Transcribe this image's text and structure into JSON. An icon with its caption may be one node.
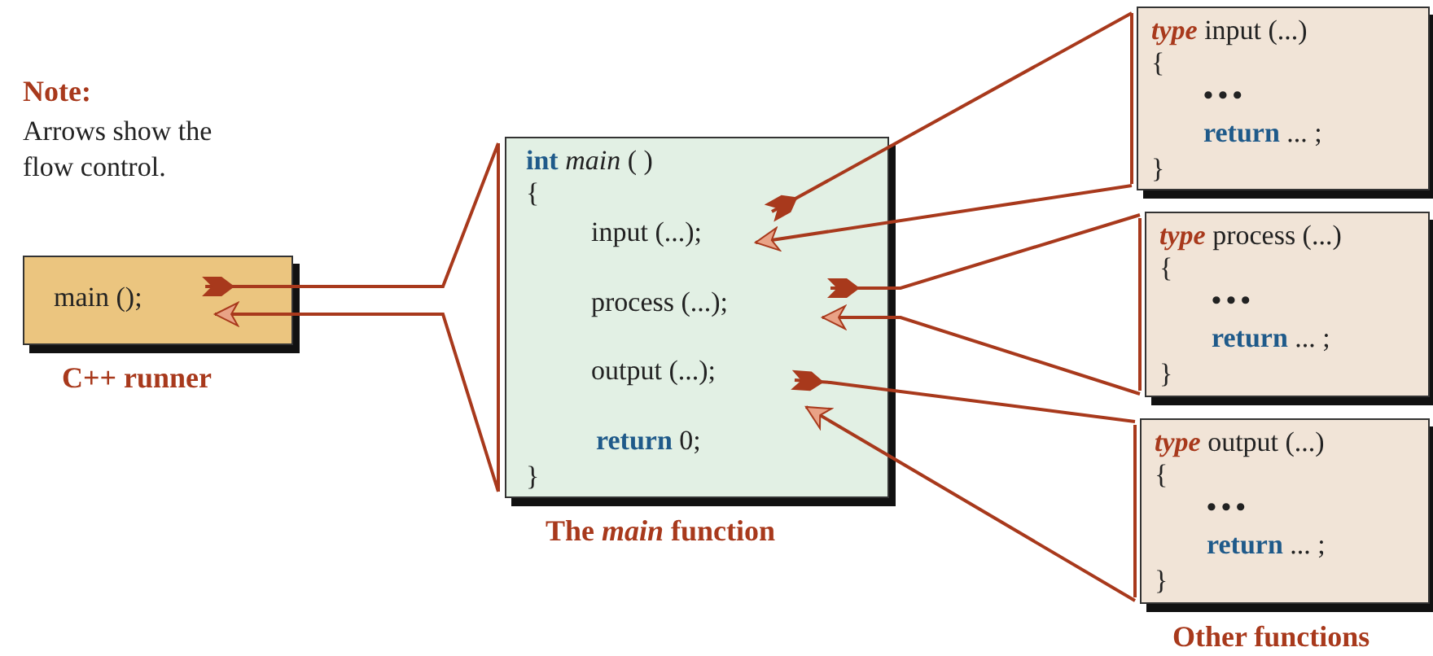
{
  "diagram": {
    "nodes": [
      {
        "text": [
          "main ();"
        ],
        "beside": [
          "C++ runner"
        ]
      },
      {
        "text": [
          "**int** *main* ( )",
          "{",
          "**return** 0;",
          "}"
        ],
        "beside": [
          "The *main* function"
        ]
      },
      {
        "text": [
          "input (...);"
        ],
        "in": 1
      },
      {
        "text": [
          "process (...);"
        ],
        "in": 1
      },
      {
        "text": [
          "output (...);"
        ],
        "in": 1
      },
      {
        "text": [
          "*type* input (...)",
          "{",
          "•••",
          "**return** ...  ;",
          "}"
        ]
      },
      {
        "text": [
          "*type* process (...)",
          "{",
          "•••",
          "**return** ...  ;",
          "}"
        ]
      },
      {
        "text": [
          "*type* output (...)",
          "{",
          "•••",
          "**return** ...  ;",
          "}"
        ],
        "beside": [
          "Other functions"
        ]
      }
    ],
    "edges": [
      {
        "from": 0,
        "to": 1,
        "arrow": "other"
      },
      {
        "from": 1,
        "to": 0,
        "arrow": "to"
      },
      {
        "from": 2,
        "to": 5,
        "arrow": "other"
      },
      {
        "from": 5,
        "to": 2,
        "arrow": "to"
      },
      {
        "from": 3,
        "to": 6,
        "arrow": "other"
      },
      {
        "from": 6,
        "to": 3,
        "arrow": "to"
      },
      {
        "from": 4,
        "to": 7,
        "arrow": "other"
      },
      {
        "from": 7,
        "to": 4,
        "arrow": "to"
      }
    ],
    "labels": [
      "Note:",
      "Arrows show the flow control."
    ]
  }
}
